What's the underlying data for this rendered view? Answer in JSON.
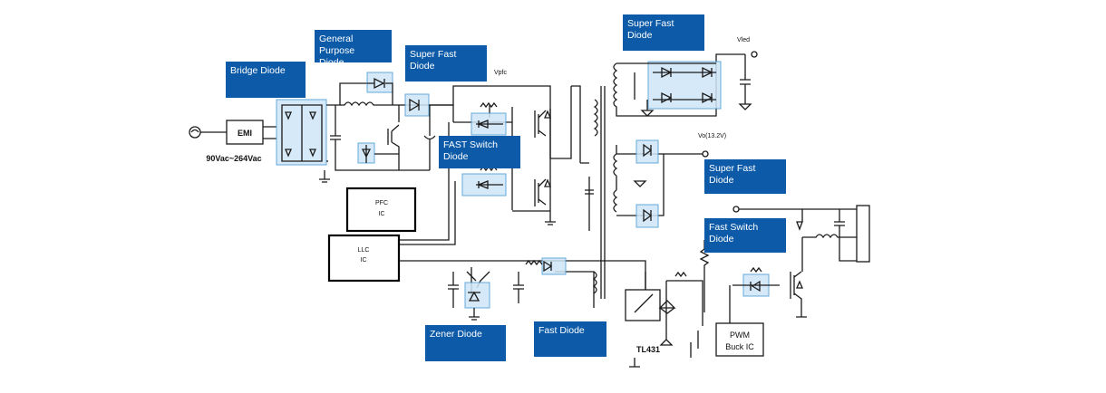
{
  "input": {
    "voltage_label": "90Vac~264Vac",
    "emi_label": "EMI"
  },
  "ics": {
    "pfc": {
      "line1": "PFC",
      "line2": "IC"
    },
    "llc": {
      "line1": "LLC",
      "line2": "IC"
    },
    "pwm": {
      "line1": "PWM",
      "line2": "Buck IC"
    },
    "tl431": "TL431"
  },
  "nodes": {
    "vpfc": "Vpfc",
    "vled": "Vled",
    "vo": "Vo(13.2V)"
  },
  "callouts": {
    "general_purpose": [
      "General Purpose",
      "Diode"
    ],
    "bridge": [
      "Bridge Diode"
    ],
    "super_fast_pfc": [
      "Super Fast Diode"
    ],
    "fast_switch_llc": [
      "FAST Switch",
      "Diode"
    ],
    "super_fast_top": [
      "Super Fast Diode"
    ],
    "super_fast_mid": [
      "Super Fast Diode"
    ],
    "fast_switch_buck": [
      "Fast Switch",
      "Diode"
    ],
    "zener": [
      "Zener Diode"
    ],
    "fast": [
      "Fast Diode"
    ]
  },
  "colors": {
    "callout_bg": "#0d5ba8",
    "highlight": "#cfe6f7"
  }
}
